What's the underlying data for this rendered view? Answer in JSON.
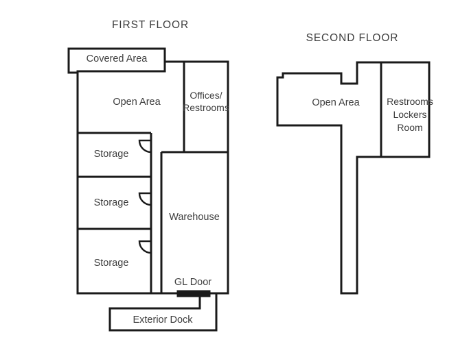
{
  "page": {
    "background_color": "#ffffff",
    "wall_color": "#1a1a1a",
    "text_color": "#3d3d3d"
  },
  "floors": [
    {
      "id": "first-floor",
      "title": "FIRST FLOOR",
      "rooms": [
        {
          "id": "covered-area",
          "label": "Covered Area"
        },
        {
          "id": "open-area",
          "label": "Open Area"
        },
        {
          "id": "offices-restrooms",
          "label_line1": "Offices/",
          "label_line2": "Restrooms"
        },
        {
          "id": "storage-1",
          "label": "Storage"
        },
        {
          "id": "storage-2",
          "label": "Storage"
        },
        {
          "id": "storage-3",
          "label": "Storage"
        },
        {
          "id": "warehouse",
          "label": "Warehouse"
        },
        {
          "id": "gl-door",
          "label": "GL Door"
        },
        {
          "id": "exterior-dock",
          "label": "Exterior Dock"
        }
      ]
    },
    {
      "id": "second-floor",
      "title": "SECOND FLOOR",
      "rooms": [
        {
          "id": "open-area-2",
          "label": "Open Area"
        },
        {
          "id": "restrooms-locker-room",
          "label_line1": "Restrooms",
          "label_line2": "Lockers",
          "label_line3": "Room"
        }
      ]
    }
  ]
}
